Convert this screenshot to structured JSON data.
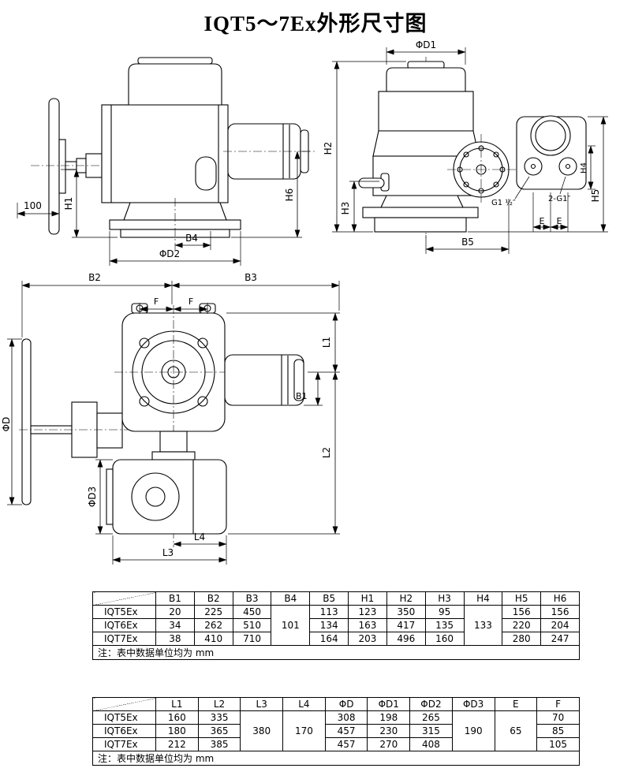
{
  "title": "IQT5～7Ex外形尺寸图",
  "labels": {
    "d100": "100",
    "H1": "H1",
    "H2": "H2",
    "H3": "H3",
    "H4": "H4",
    "H5": "H5",
    "H6": "H6",
    "B1": "B1",
    "B2": "B2",
    "B3": "B3",
    "B4": "B4",
    "B5": "B5",
    "L1": "L1",
    "L2": "L2",
    "L3": "L3",
    "L4": "L4",
    "E": "E",
    "F": "F",
    "phiD": "ΦD",
    "phiD1": "ΦD1",
    "phiD2": "ΦD2",
    "phiD3": "ΦD3",
    "thread1": "G1 ½″",
    "thread2": "2-G1″"
  },
  "table1": {
    "headers": [
      "",
      "B1",
      "B2",
      "B3",
      "B4",
      "B5",
      "H1",
      "H2",
      "H3",
      "H4",
      "H5",
      "H6"
    ],
    "rows": [
      {
        "model": "IQT5Ex",
        "b1": "20",
        "b2": "225",
        "b3": "450",
        "b4": "101",
        "b5": "113",
        "h1": "123",
        "h2": "350",
        "h3": "95",
        "h4": "133",
        "h5": "156",
        "h6": "156"
      },
      {
        "model": "IQT6Ex",
        "b1": "34",
        "b2": "262",
        "b3": "510",
        "b5": "134",
        "h1": "163",
        "h2": "417",
        "h3": "135",
        "h5": "220",
        "h6": "204"
      },
      {
        "model": "IQT7Ex",
        "b1": "38",
        "b2": "410",
        "b3": "710",
        "b5": "164",
        "h1": "203",
        "h2": "496",
        "h3": "160",
        "h5": "280",
        "h6": "247"
      }
    ],
    "note": "注：表中数据单位均为 mm"
  },
  "table2": {
    "headers": [
      "",
      "L1",
      "L2",
      "L3",
      "L4",
      "ΦD",
      "ΦD1",
      "ΦD2",
      "ΦD3",
      "E",
      "F"
    ],
    "rows": [
      {
        "model": "IQT5Ex",
        "l1": "160",
        "l2": "335",
        "l3": "380",
        "l4": "170",
        "d": "308",
        "d1": "198",
        "d2": "265",
        "d3": "190",
        "e": "65",
        "f": "70"
      },
      {
        "model": "IQT6Ex",
        "l1": "180",
        "l2": "365",
        "d": "457",
        "d1": "230",
        "d2": "315",
        "f": "85"
      },
      {
        "model": "IQT7Ex",
        "l1": "212",
        "l2": "385",
        "d": "457",
        "d1": "270",
        "d2": "408",
        "f": "105"
      }
    ],
    "note": "注：表中数据单位均为 mm"
  }
}
